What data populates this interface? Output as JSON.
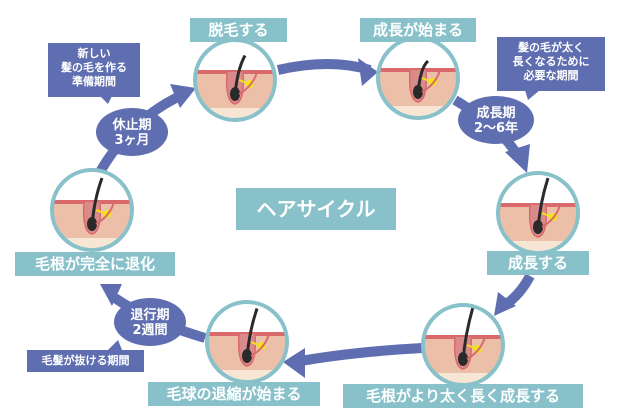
{
  "title": "ヘアサイクル",
  "colors": {
    "arrow": "#5f6eb0",
    "label_bg": "#88c1c9",
    "circle_border": "#88c1c9",
    "skin": "#ecc0a8",
    "skin_top": "#d9696b",
    "base": "#f7e6d4",
    "hair": "#2a2a2a",
    "gland": "#f4e21a"
  },
  "stages": [
    {
      "label": "脱毛する"
    },
    {
      "label": "成長が始まる"
    },
    {
      "label": "成長する"
    },
    {
      "label": "毛根がより太く長く成長する"
    },
    {
      "label": "毛球の退縮が始まる"
    },
    {
      "label": "毛根が完全に退化"
    }
  ],
  "phases": [
    {
      "name": "休止期",
      "duration": "3ヶ月",
      "note": [
        "新しい",
        "髪の毛を作る",
        "準備期間"
      ]
    },
    {
      "name": "成長期",
      "duration": "2〜6年",
      "note": [
        "髪の毛が太く",
        "長くなるために",
        "必要な期間"
      ]
    },
    {
      "name": "退行期",
      "duration": "2週間",
      "note": [
        "毛髪が抜ける期間"
      ]
    }
  ]
}
